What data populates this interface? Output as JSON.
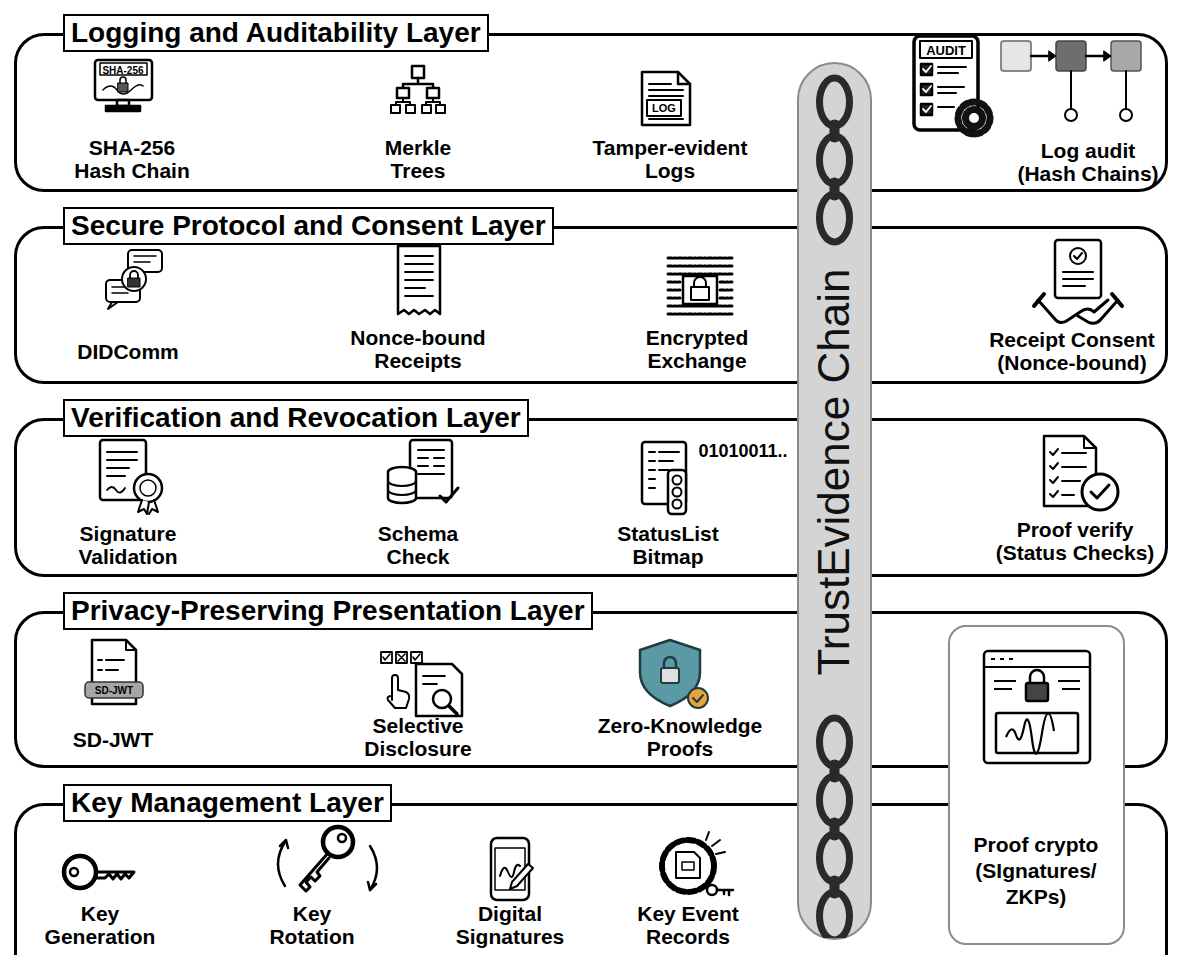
{
  "diagram": {
    "nodes": [
      {
        "text": [
          "Logging and Auditability Layer"
        ]
      },
      {
        "text": [
          "Secure Protocol and Consent Layer"
        ]
      },
      {
        "text": [
          "Verification and Revocation Layer"
        ]
      },
      {
        "text": [
          "Privacy-Preserving Presentation Layer"
        ]
      },
      {
        "text": [
          "Key Management Layer"
        ]
      },
      {
        "text": [
          "TrustEvidence Chain"
        ]
      },
      {
        "text": [
          "Proof crypto (SIgnatures/ ZKPs)"
        ]
      }
    ],
    "labels": [
      "SHA-256",
      "SHA-256 Hash Chain",
      "Merkle Trees",
      "LOG",
      "Tamper-evident Logs",
      "AUDIT",
      "Log audit (Hash Chains)",
      "DIDComm",
      "Nonce-bound Receipts",
      "Encrypted Exchange",
      "Receipt Consent (Nonce-bound)",
      "Signature Validation",
      "Schema Check",
      "01010011..",
      "StatusList Bitmap",
      "Proof verify (Status Checks)",
      "SD-JWT",
      "SD-JWT",
      "Selective Disclosure",
      "Zero-Knowledge Proofs",
      "Key Generation",
      "Key Rotation",
      "Digital Signatures",
      "Key Event Records"
    ]
  }
}
